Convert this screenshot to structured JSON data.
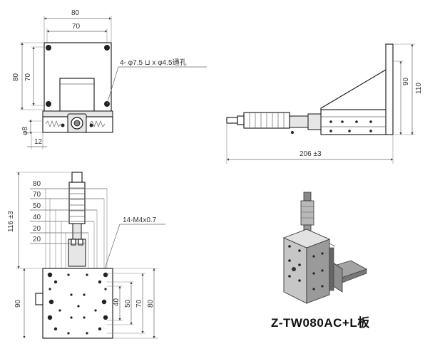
{
  "front_view": {
    "dims": {
      "width_outer": "80",
      "width_inner": "70",
      "height_outer": "80",
      "height_inner": "70",
      "dia": "φ8",
      "offset": "12"
    },
    "hole_note": "4- φ7.5 ⊔ x φ4.5通孔"
  },
  "side_view": {
    "dims": {
      "height_outer": "110",
      "height_inner": "90",
      "length": "206 ±3"
    }
  },
  "top_view": {
    "dims": {
      "travel": "116 ±3",
      "h80": "80",
      "h70": "70",
      "h50": "50",
      "h40": "40",
      "h20a": "20",
      "h20b": "20",
      "side90": "90",
      "v40": "40",
      "v50": "50",
      "v70": "70",
      "v80": "80"
    },
    "thread_note": "14-M4x0.7"
  },
  "product": {
    "title": "Z-TW080AC+L板"
  }
}
